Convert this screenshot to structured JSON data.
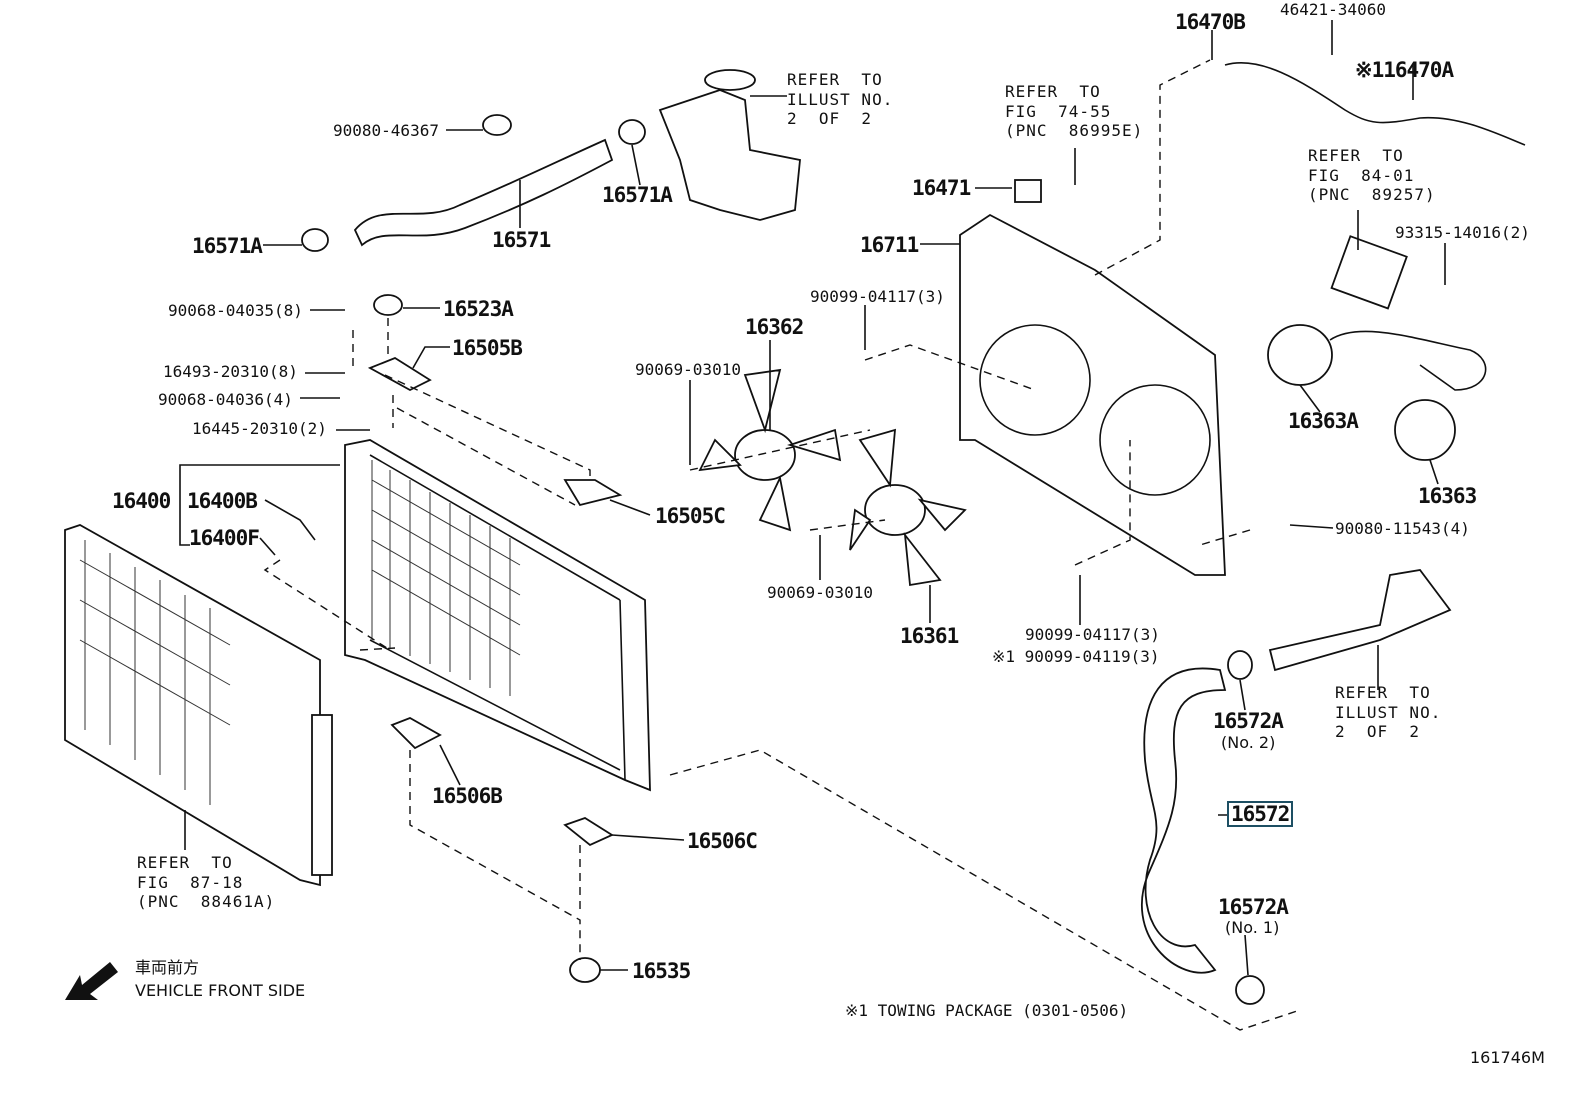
{
  "labels": {
    "p46421": "46421-34060",
    "p16470B": "16470B",
    "p16470A": "※116470A",
    "p90080_46367": "90080-46367",
    "p16571A_top": "16571A",
    "p16571": "16571",
    "p16571A_left": "16571A",
    "p16471": "16471",
    "p16711": "16711",
    "p93315": "93315-14016(2)",
    "p90068_04035": "90068-04035(8)",
    "p16523A": "16523A",
    "p16505B": "16505B",
    "p16493": "16493-20310(8)",
    "p90068_04036": "90068-04036(4)",
    "p16445": "16445-20310(2)",
    "p16362": "16362",
    "p90069_a": "90069-03010",
    "p90099_a": "90099-04117(3)",
    "p16363A": "16363A",
    "p16363": "16363",
    "p90080_11543": "90080-11543(4)",
    "p16400": "16400",
    "p16400B": "16400B",
    "p16400F": "16400F",
    "p16505C": "16505C",
    "p90069_b": "90069-03010",
    "p16361": "16361",
    "p90099_b": "90099-04117(3)",
    "p90099_c": "※1 90099-04119(3)",
    "p16572A_2": "16572A",
    "p16572A_2_sub": "(No. 2)",
    "p16572": "16572",
    "p16506B": "16506B",
    "p16506C": "16506C",
    "p16572A_1": "16572A",
    "p16572A_1_sub": "(No. 1)",
    "p16535": "16535"
  },
  "references": {
    "ref_illust_top": "REFER  TO\nILLUST NO.\n2  OF  2",
    "ref_fig7455": "REFER  TO\nFIG  74-55\n(PNC  86995E)",
    "ref_fig8401": "REFER  TO\nFIG  84-01\n(PNC  89257)",
    "ref_illust_bottom": "REFER  TO\nILLUST NO.\n2  OF  2",
    "ref_fig8718": "REFER  TO\nFIG  87-18\n(PNC  88461A)"
  },
  "footer": {
    "front_jp": "車両前方",
    "front_en": "VEHICLE FRONT SIDE",
    "towing_note": "※1 TOWING PACKAGE (0301-0506)",
    "illustration_no": "161746M"
  },
  "highlight_color": "#1d4f63"
}
